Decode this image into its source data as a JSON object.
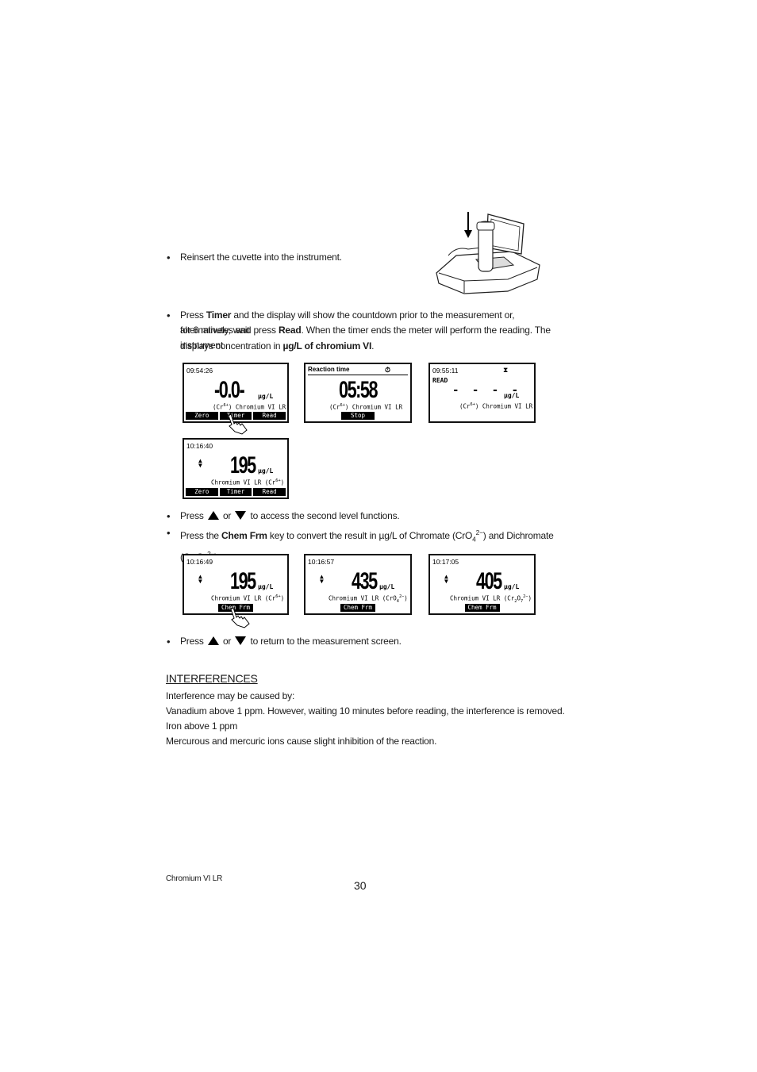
{
  "step1": {
    "text": "Reinsert the cuvette into the instrument."
  },
  "step2": {
    "p1": "Press ",
    "timer": "Timer",
    "p2": " and the display will show the countdown prior to the measurement or, alternatively, wait",
    "p3": "for 6 minutes and press ",
    "read": "Read",
    "p4": ". When the timer ends the meter will perform the reading. The instrument",
    "p5": "displays concentration in ",
    "unit": "µg/L of chromium VI",
    "p6": "."
  },
  "screens_row1": [
    {
      "time": "09:54:26",
      "value": "-0.0-",
      "unit": "µg/L",
      "chem": "(Cr6+) Chromium VI LR",
      "keys": [
        "Zero",
        "Timer",
        "Read"
      ]
    },
    {
      "header": "Reaction time",
      "value": "05:58",
      "key": "Stop",
      "chem": "(Cr6+) Chromium VI LR"
    },
    {
      "time": "09:55:11",
      "status": "READ",
      "value": "- - - -",
      "unit": "µg/L",
      "chem": "(Cr6+) Chromium VI LR"
    }
  ],
  "screen_row2": {
    "time": "10:16:40",
    "value": "195",
    "unit": "µg/L",
    "chem": "Chromium VI LR (Cr6+)",
    "keys": [
      "Zero",
      "Timer",
      "Read"
    ]
  },
  "step3": {
    "p1": "Press ",
    "p2": " or ",
    "p3": " to access the second level functions."
  },
  "step4": {
    "p1": "Press the ",
    "key": "Chem Frm",
    "p2": " key to convert the result in µg/L of Chromate (CrO",
    "p3": ") and Dichromate (Cr",
    "p4": ")."
  },
  "screens_row3": [
    {
      "time": "10:16:49",
      "value": "195",
      "unit": "µg/L",
      "chem": "Chromium VI LR (Cr6+)",
      "key": "Chem Frm"
    },
    {
      "time": "10:16:57",
      "value": "435",
      "unit": "µg/L",
      "chem": "Chromium VI LR (CrO42-)",
      "key": "Chem Frm"
    },
    {
      "time": "10:17:05",
      "value": "405",
      "unit": "µg/L",
      "chem": "Chromium VI LR (Cr2O72-)",
      "key": "Chem Frm"
    }
  ],
  "step5": {
    "p1": "Press ",
    "p2": " or ",
    "p3": " to return to the measurement screen."
  },
  "interferences": {
    "heading": "INTERFERENCES",
    "lines": [
      "Interference may be caused by:",
      "Vanadium above 1 ppm. However, waiting 10 minutes before reading, the interference is removed.",
      "Iron above 1 ppm",
      "Mercurous and mercuric ions cause slight inhibition of the reaction."
    ]
  },
  "footer": {
    "section": "Chromium VI LR",
    "page": "30"
  }
}
